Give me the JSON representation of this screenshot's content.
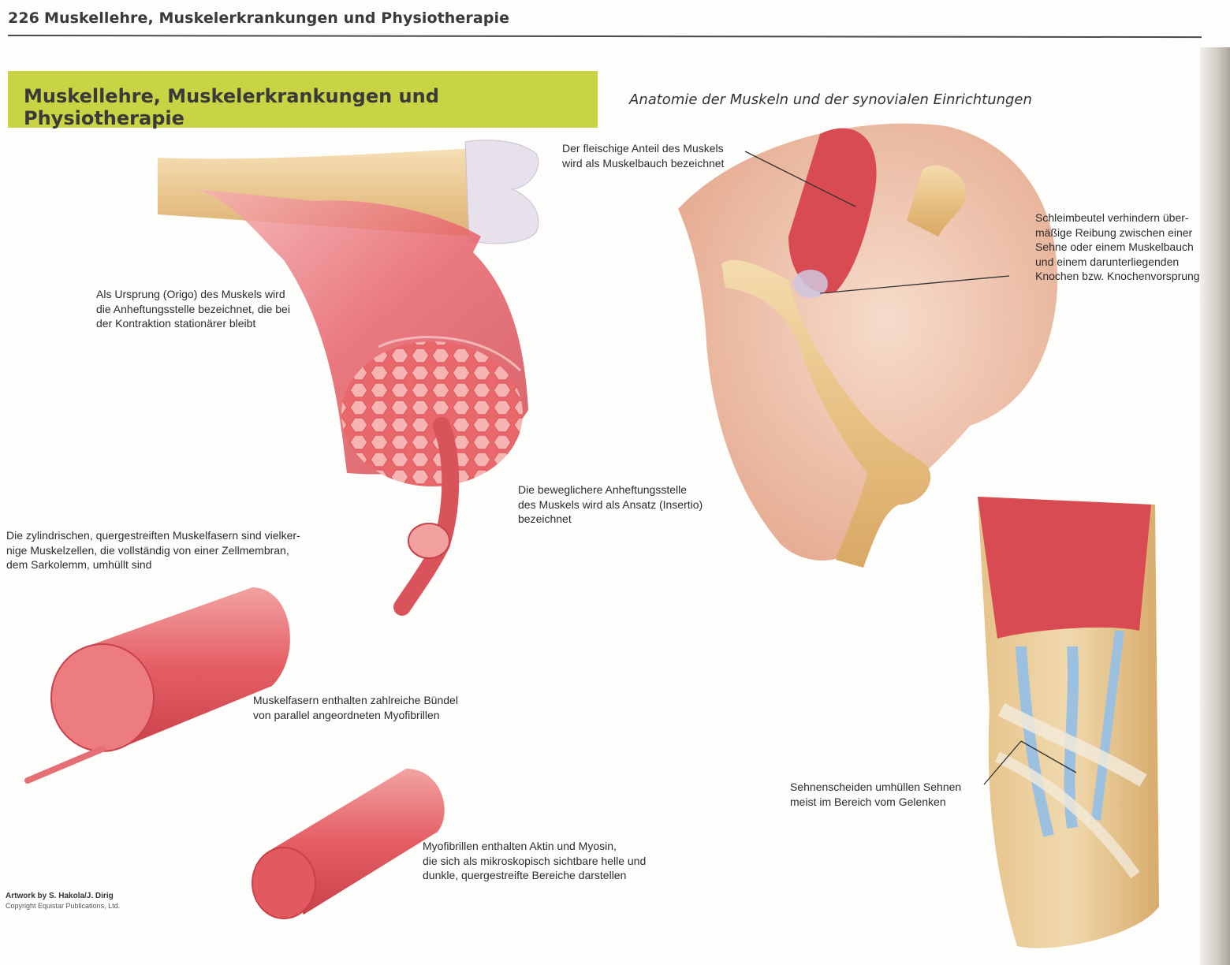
{
  "header": {
    "page_number": "226",
    "running_title": "Muskellehre, Muskelerkrankungen und Physiotherapie"
  },
  "title_box": {
    "text": "Muskellehre, Muskelerkrankungen und Physiotherapie",
    "color": "#c9d444"
  },
  "section_title": "Anatomie der Muskeln und der synovialen Einrichtungen",
  "labels": {
    "ursprung": "Als Ursprung (Origo) des Muskels wird\ndie Anheftungsstelle bezeichnet, die bei\nder Kontraktion stationärer bleibt",
    "ansatz": "Die beweglichere Anheftungsstelle\ndes Muskels wird als Ansatz (Insertio)\nbezeichnet",
    "muskelfasern": "Die zylindrischen, quergestreiften Muskelfasern sind vielker-\nnige Muskelzellen, die vollständig von einer Zellmembran,\ndem Sarkolemm, umhüllt sind",
    "myofibrillen_buendel": "Muskelfasern enthalten zahlreiche Bündel\nvon parallel angeordneten Myofibrillen",
    "aktin_myosin": "Myofibrillen enthalten Aktin und Myosin,\ndie sich als mikroskopisch sichtbare helle und\ndunkle, quergestreifte Bereiche darstellen",
    "muskelbauch": "Der fleischige Anteil des Muskels\nwird als Muskelbauch bezeichnet",
    "schleimbeutel": "Schleimbeutel verhindern über-\nmäßige Reibung zwischen einer\nSehne oder einem Muskelbauch\nund einem darunterliegenden\nKnochen bzw. Knochenvorsprung",
    "sehnenscheiden": "Sehnenscheiden umhüllen Sehnen\nmeist im Bereich vom Gelenken"
  },
  "credit": {
    "artwork": "Artwork by S. Hakola/J. Dirig",
    "copyright": "Copyright Equistar Publications, Ltd."
  },
  "colors": {
    "muscle": "#e0555a",
    "muscle_light": "#f2a0a0",
    "bone": "#ecc98a",
    "skin": "#f0c7b0",
    "tendon": "#f2ead8",
    "sheath": "#9cc0e0"
  }
}
